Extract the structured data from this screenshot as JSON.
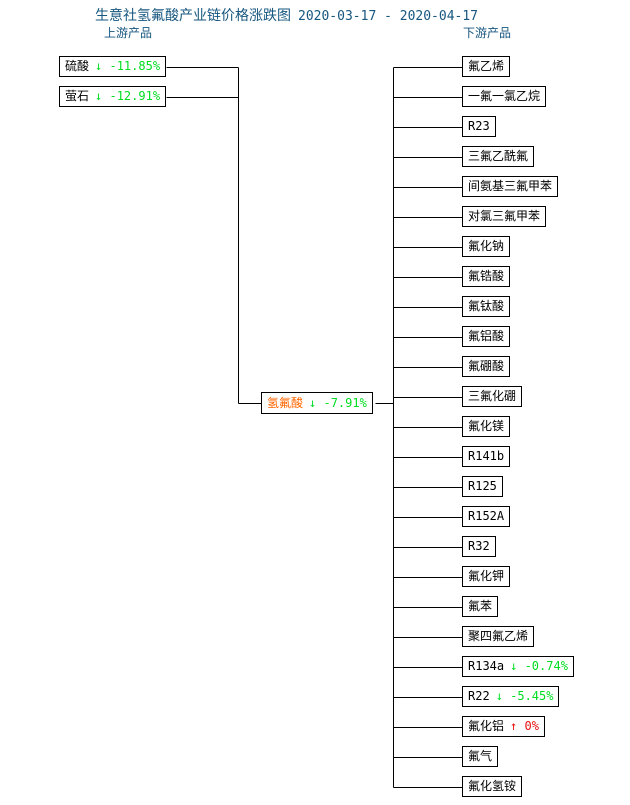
{
  "title": {
    "main": "生意社氢氟酸产业链价格涨跌图",
    "date_range": "2020-03-17 - 2020-04-17",
    "color": "#16567f"
  },
  "headings": {
    "upstream": "上游产品",
    "downstream": "下游产品"
  },
  "colors": {
    "down": "#00dd22",
    "up": "#e81010",
    "center_name": "#ff6600",
    "line": "#000000",
    "title": "#16567f"
  },
  "center": {
    "name": "氢氟酸",
    "change": "↓ -7.91%",
    "direction": "down"
  },
  "upstream": [
    {
      "name": "硫酸",
      "change": "↓ -11.85%",
      "direction": "down"
    },
    {
      "name": "萤石",
      "change": "↓ -12.91%",
      "direction": "down"
    }
  ],
  "downstream": [
    {
      "name": "氟乙烯",
      "change": "",
      "direction": "none"
    },
    {
      "name": "一氟一氯乙烷",
      "change": "",
      "direction": "none"
    },
    {
      "name": "R23",
      "change": "",
      "direction": "none"
    },
    {
      "name": "三氟乙酰氟",
      "change": "",
      "direction": "none"
    },
    {
      "name": "间氨基三氟甲苯",
      "change": "",
      "direction": "none"
    },
    {
      "name": "对氯三氟甲苯",
      "change": "",
      "direction": "none"
    },
    {
      "name": "氟化钠",
      "change": "",
      "direction": "none"
    },
    {
      "name": "氟锆酸",
      "change": "",
      "direction": "none"
    },
    {
      "name": "氟钛酸",
      "change": "",
      "direction": "none"
    },
    {
      "name": "氟铝酸",
      "change": "",
      "direction": "none"
    },
    {
      "name": "氟硼酸",
      "change": "",
      "direction": "none"
    },
    {
      "name": "三氟化硼",
      "change": "",
      "direction": "none"
    },
    {
      "name": "氟化镁",
      "change": "",
      "direction": "none"
    },
    {
      "name": "R141b",
      "change": "",
      "direction": "none"
    },
    {
      "name": "R125",
      "change": "",
      "direction": "none"
    },
    {
      "name": "R152A",
      "change": "",
      "direction": "none"
    },
    {
      "name": "R32",
      "change": "",
      "direction": "none"
    },
    {
      "name": "氟化钾",
      "change": "",
      "direction": "none"
    },
    {
      "name": "氟苯",
      "change": "",
      "direction": "none"
    },
    {
      "name": "聚四氟乙烯",
      "change": "",
      "direction": "none"
    },
    {
      "name": "R134a",
      "change": "↓ -0.74%",
      "direction": "down"
    },
    {
      "name": "R22",
      "change": "↓ -5.45%",
      "direction": "down"
    },
    {
      "name": "氟化铝",
      "change": "↑ 0%",
      "direction": "up"
    },
    {
      "name": "氟气",
      "change": "",
      "direction": "none"
    },
    {
      "name": "氟化氢铵",
      "change": "",
      "direction": "none"
    }
  ],
  "chart_data": {
    "type": "diagram",
    "title": "生意社氢氟酸产业链价格涨跌图 2020-03-17 - 2020-04-17",
    "center_node": {
      "label": "氢氟酸",
      "value": -7.91,
      "unit": "%"
    },
    "upstream_nodes": [
      {
        "label": "硫酸",
        "value": -11.85,
        "unit": "%"
      },
      {
        "label": "萤石",
        "value": -12.91,
        "unit": "%"
      }
    ],
    "downstream_nodes": [
      {
        "label": "氟乙烯",
        "value": null
      },
      {
        "label": "一氟一氯乙烷",
        "value": null
      },
      {
        "label": "R23",
        "value": null
      },
      {
        "label": "三氟乙酰氟",
        "value": null
      },
      {
        "label": "间氨基三氟甲苯",
        "value": null
      },
      {
        "label": "对氯三氟甲苯",
        "value": null
      },
      {
        "label": "氟化钠",
        "value": null
      },
      {
        "label": "氟锆酸",
        "value": null
      },
      {
        "label": "氟钛酸",
        "value": null
      },
      {
        "label": "氟铝酸",
        "value": null
      },
      {
        "label": "氟硼酸",
        "value": null
      },
      {
        "label": "三氟化硼",
        "value": null
      },
      {
        "label": "氟化镁",
        "value": null
      },
      {
        "label": "R141b",
        "value": null
      },
      {
        "label": "R125",
        "value": null
      },
      {
        "label": "R152A",
        "value": null
      },
      {
        "label": "R32",
        "value": null
      },
      {
        "label": "氟化钾",
        "value": null
      },
      {
        "label": "氟苯",
        "value": null
      },
      {
        "label": "聚四氟乙烯",
        "value": null
      },
      {
        "label": "R134a",
        "value": -0.74,
        "unit": "%"
      },
      {
        "label": "R22",
        "value": -5.45,
        "unit": "%"
      },
      {
        "label": "氟化铝",
        "value": 0,
        "unit": "%"
      },
      {
        "label": "氟气",
        "value": null
      },
      {
        "label": "氟化氢铵",
        "value": null
      }
    ]
  }
}
